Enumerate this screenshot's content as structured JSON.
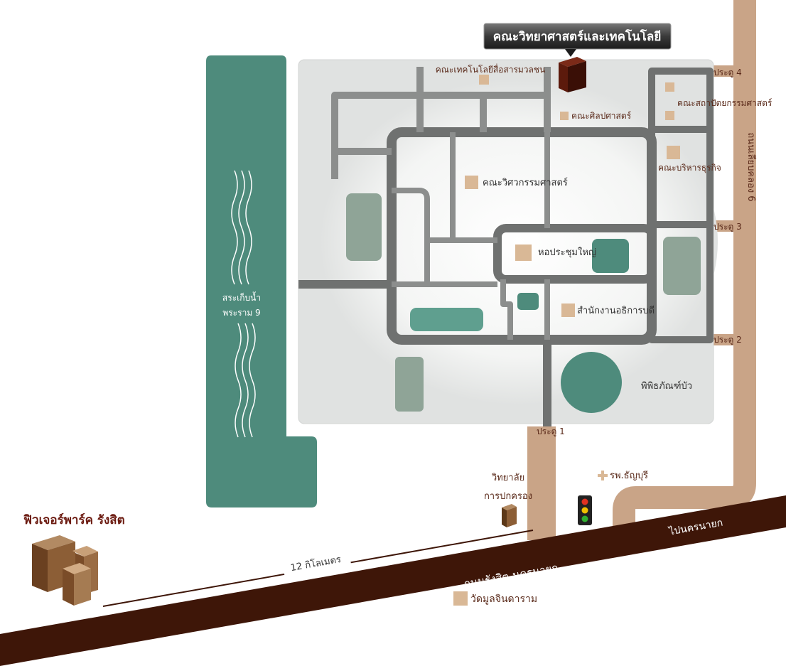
{
  "title": "คณะวิทยาศาสตร์และเทคโนโลยี",
  "faculties": {
    "media_tech": "คณะเทคโนโลยีสื่อสารมวลชน",
    "arts": "คณะศิลปศาสตร์",
    "architecture": "คณะสถาปัตยกรรมศาสตร์",
    "business": "คณะบริหารธุรกิจ",
    "engineering": "คณะวิศวกรรมศาสตร์",
    "auditorium": "หอประชุมใหญ่",
    "president_office": "สำนักงานอธิการบดี",
    "museum": "พิพิธภัณฑ์บัว"
  },
  "gates": {
    "gate1": "ประตู 1",
    "gate2": "ประตู 2",
    "gate3": "ประตู 3",
    "gate4": "ประตู 4"
  },
  "reservoir": {
    "line1": "สระเก็บน้ำ",
    "line2": "พระราม 9"
  },
  "roads": {
    "main": "ถนนรังสิต-นครนายก",
    "klong6": "ถนนเลียบคลอง 6",
    "distance": "12 กิโลเมตร",
    "to_nakhon_nayok": "ไปนครนายก"
  },
  "landmarks": {
    "future_park": "ฟิวเจอร์พาร์ค รังสิต",
    "college_line1": "วิทยาลัย",
    "college_line2": "การปกครอง",
    "hospital": "รพ.ธัญบุรี",
    "temple": "วัดมูลจินดาราม"
  },
  "colors": {
    "campus_bg": "#e0e2e1",
    "road_gray": "#6f7170",
    "inner_gray": "#8c8e8d",
    "teal": "#4e8b7c",
    "teal_light": "#5f9f8f",
    "sage": "#8fa497",
    "brown_road": "#3e1608",
    "tan_road": "#c9a487",
    "bldg_tan": "#d9b896",
    "label_brown": "#5a2a1a"
  }
}
